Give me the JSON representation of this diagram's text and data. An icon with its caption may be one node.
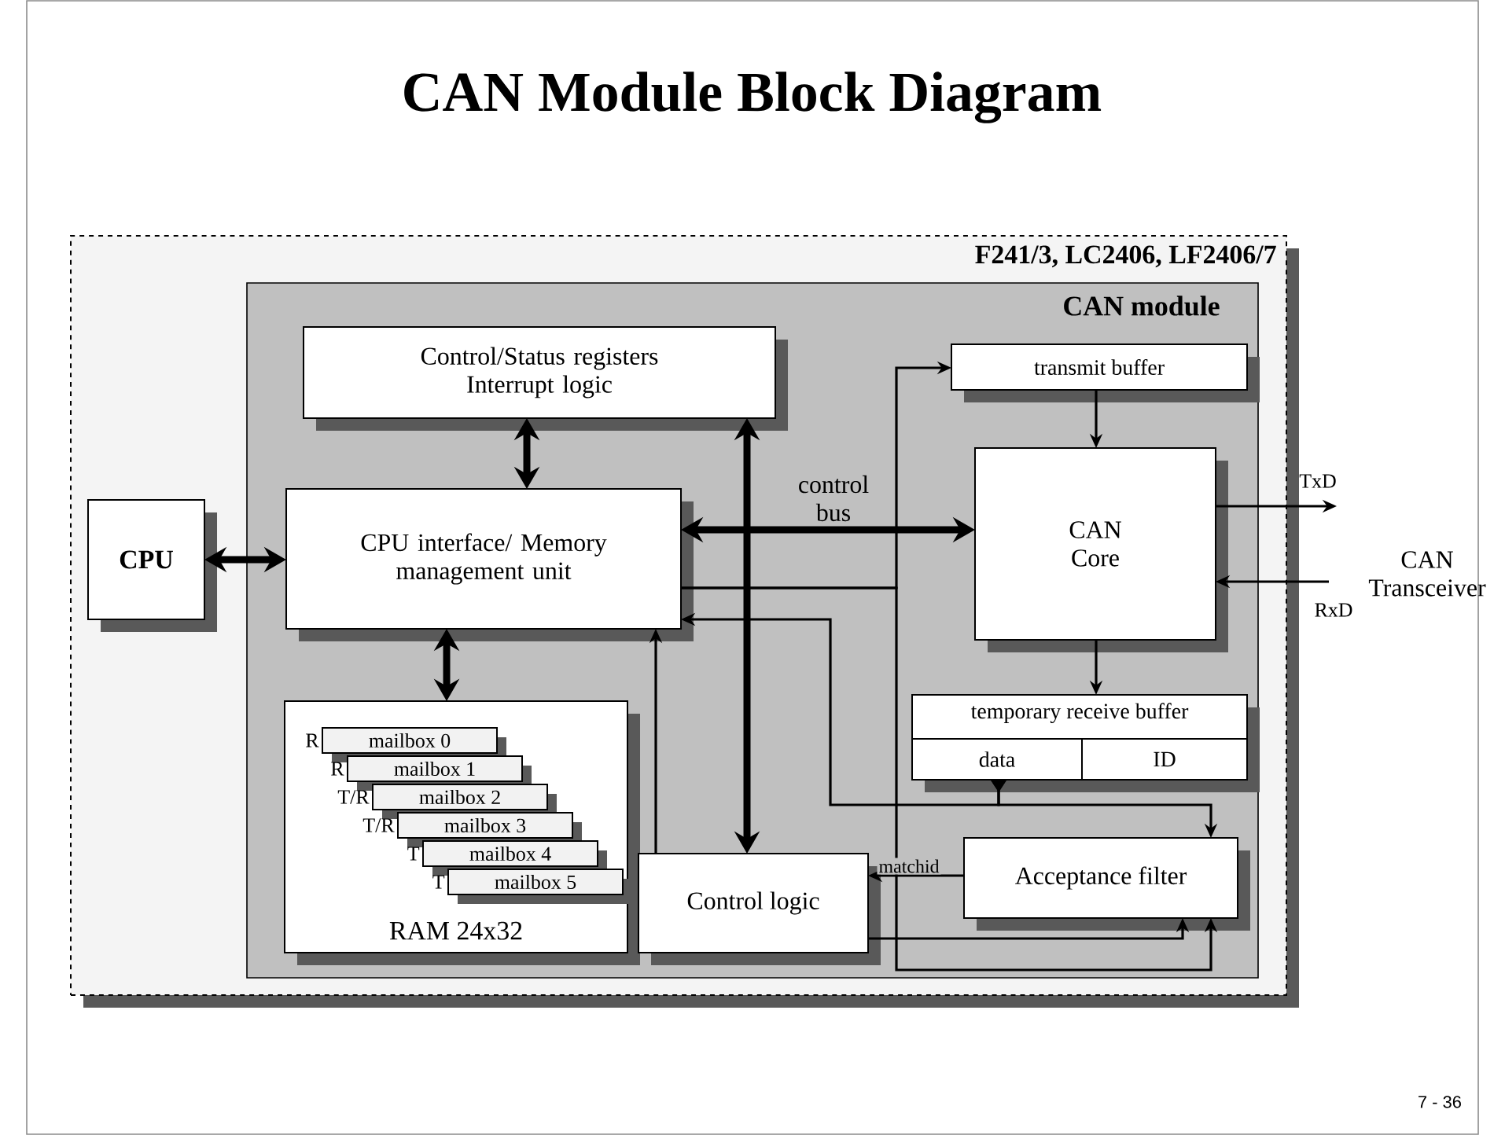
{
  "diagram": {
    "title": "CAN Module Block Diagram",
    "nodes": [
      {
        "text": [
          "F241/3, LC2406, LF2406/7"
        ]
      },
      {
        "text": [
          "CAN module"
        ],
        "in": 0
      },
      {
        "text": [
          "Control/Status registers Interrupt logic"
        ],
        "in": 1
      },
      {
        "text": [
          "CPU interface/ Memory management unit"
        ],
        "in": 1
      },
      {
        "text": [
          "RAM 24x32"
        ],
        "in": 1
      },
      {
        "text": [
          "mailbox 0"
        ],
        "in": 4,
        "beside": [
          "R"
        ]
      },
      {
        "text": [
          "mailbox 1"
        ],
        "in": 4,
        "beside": [
          "R"
        ]
      },
      {
        "text": [
          "mailbox 2"
        ],
        "in": 4,
        "beside": [
          "T/R"
        ]
      },
      {
        "text": [
          "mailbox 3"
        ],
        "in": 4,
        "beside": [
          "T/R"
        ]
      },
      {
        "text": [
          "mailbox 4"
        ],
        "in": 4,
        "beside": [
          "T"
        ]
      },
      {
        "text": [
          "mailbox 5"
        ],
        "in": 4,
        "beside": [
          "T"
        ]
      },
      {
        "text": [
          "Control logic"
        ],
        "in": 1
      },
      {
        "text": [
          "transmit buffer"
        ],
        "in": 1
      },
      {
        "text": [
          "CAN Core"
        ],
        "in": 1
      },
      {
        "text": [
          "temporary receive buffer"
        ],
        "in": 1
      },
      {
        "text": [
          "data"
        ],
        "in": 14
      },
      {
        "text": [
          "ID"
        ],
        "in": 14
      },
      {
        "text": [
          "Acceptance filter"
        ],
        "in": 1
      },
      {
        "text": [
          "CPU"
        ],
        "in": 0
      },
      {
        "text": [
          "CAN Transceiver"
        ]
      }
    ],
    "edges": [
      {
        "from": 18,
        "to": 3,
        "arrow": "both",
        "style": "thick"
      },
      {
        "from": 2,
        "to": 3,
        "arrow": "both",
        "style": "thick"
      },
      {
        "from": 3,
        "to": 4,
        "arrow": "both",
        "style": "thick"
      },
      {
        "from": 3,
        "to": 13,
        "arrow": "both",
        "style": "thick",
        "label": "control bus"
      },
      {
        "from": 2,
        "to": 11,
        "arrow": "both",
        "style": "thick"
      },
      {
        "from": 12,
        "to": 13,
        "arrow": "to"
      },
      {
        "from": 13,
        "to": 14,
        "arrow": "to"
      },
      {
        "from": 13,
        "to": 19,
        "arrow": "to",
        "label": "TxD"
      },
      {
        "from": 19,
        "to": 13,
        "arrow": "to",
        "label": "RxD"
      },
      {
        "from": 17,
        "to": 11,
        "arrow": "to",
        "label": "matchid"
      },
      {
        "from": 11,
        "to": 3,
        "arrow": "to"
      },
      {
        "from": 15,
        "to": 3,
        "arrow": "to"
      },
      {
        "from": 15,
        "to": 17,
        "arrow": "to"
      },
      {
        "from": 3,
        "to": 12,
        "arrow": "to"
      },
      {
        "from": 3,
        "to": 17,
        "arrow": "to"
      },
      {
        "from": 11,
        "to": 17,
        "arrow": "to"
      }
    ],
    "labels": [
      "7 - 36"
    ]
  }
}
